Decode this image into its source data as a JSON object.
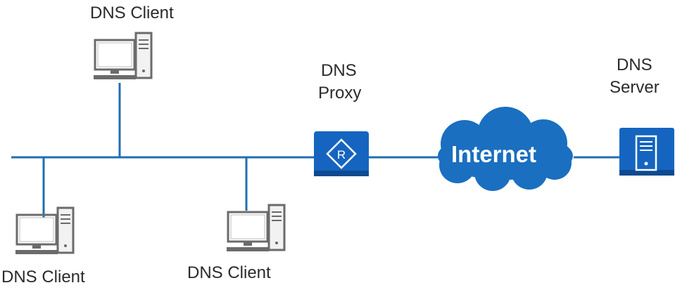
{
  "labels": {
    "client_top": "DNS Client",
    "client_bottom_left": "DNS Client",
    "client_bottom_mid": "DNS Client",
    "proxy_line1": "DNS",
    "proxy_line2": "Proxy",
    "server_line1": "DNS",
    "server_line2": "Server",
    "internet": "Internet"
  },
  "icons": {
    "client": "desktop-computer-icon",
    "proxy": "router-icon",
    "server": "server-icon",
    "network": "cloud-icon"
  },
  "colors": {
    "link_line": "#1f6fb2",
    "device_blue": "#1565c0",
    "device_blue_dark": "#0d4a8f",
    "cloud_blue": "#1a6fc0",
    "computer_gray": "#6b6b6b",
    "label_text": "#2b2b2b"
  }
}
